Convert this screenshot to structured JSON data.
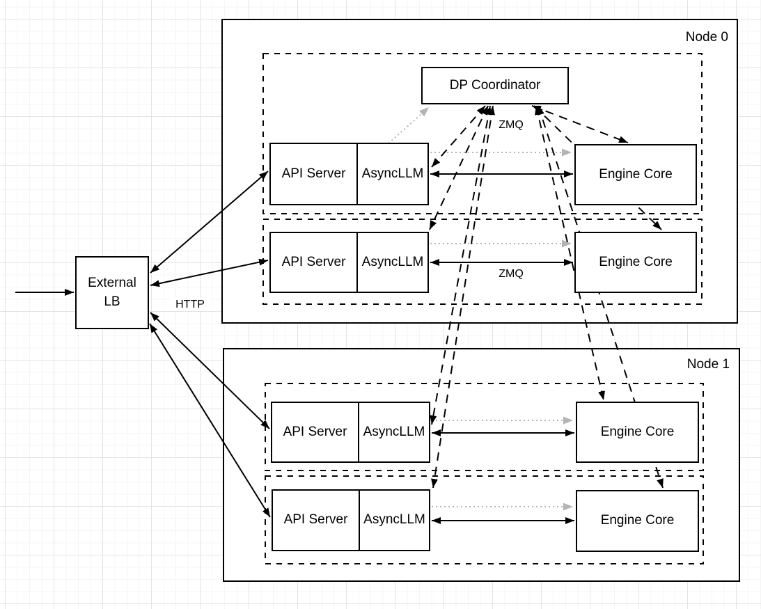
{
  "diagram": {
    "colors": {
      "line": "#000000",
      "muted_line": "#b3b3b3",
      "box_fill": "#ffffff",
      "grid_minor": "#f5f5f5",
      "grid_major": "#e3e3e3"
    },
    "external_lb": {
      "line1": "External",
      "line2": "LB"
    },
    "labels": {
      "http": "HTTP",
      "zmq_coordinator": "ZMQ",
      "zmq_engine": "ZMQ"
    },
    "nodes": [
      {
        "label": "Node 0",
        "coordinator_label": "DP Coordinator",
        "rows": [
          {
            "api_server": "API Server",
            "async_llm": "AsyncLLM",
            "engine_core": "Engine Core"
          },
          {
            "api_server": "API Server",
            "async_llm": "AsyncLLM",
            "engine_core": "Engine Core"
          }
        ]
      },
      {
        "label": "Node 1",
        "rows": [
          {
            "api_server": "API Server",
            "async_llm": "AsyncLLM",
            "engine_core": "Engine Core"
          },
          {
            "api_server": "API Server",
            "async_llm": "AsyncLLM",
            "engine_core": "Engine Core"
          }
        ]
      }
    ]
  }
}
